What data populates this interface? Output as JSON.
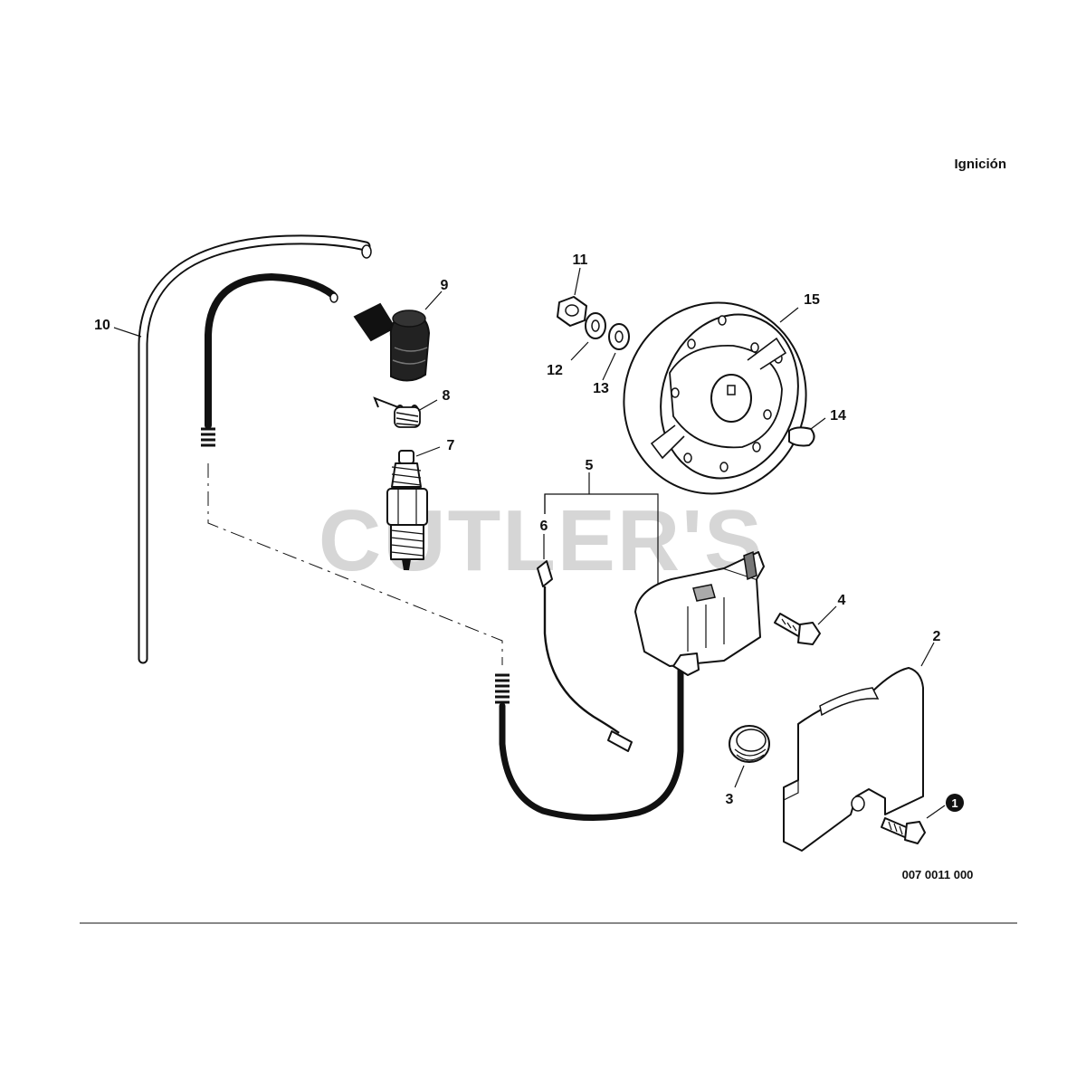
{
  "header": {
    "title": "Ignición"
  },
  "watermark": {
    "text": "CUTLER'S"
  },
  "drawing_number": "007 0011 000",
  "callouts": {
    "c1": "1",
    "c2": "2",
    "c3": "3",
    "c4": "4",
    "c5": "5",
    "c6": "6",
    "c7": "7",
    "c8": "8",
    "c9": "9",
    "c10": "10",
    "c11": "11",
    "c12": "12",
    "c13": "13",
    "c14": "14",
    "c15": "15"
  },
  "colors": {
    "ink": "#111111",
    "watermark": "#d6d6d6",
    "background": "#ffffff"
  }
}
